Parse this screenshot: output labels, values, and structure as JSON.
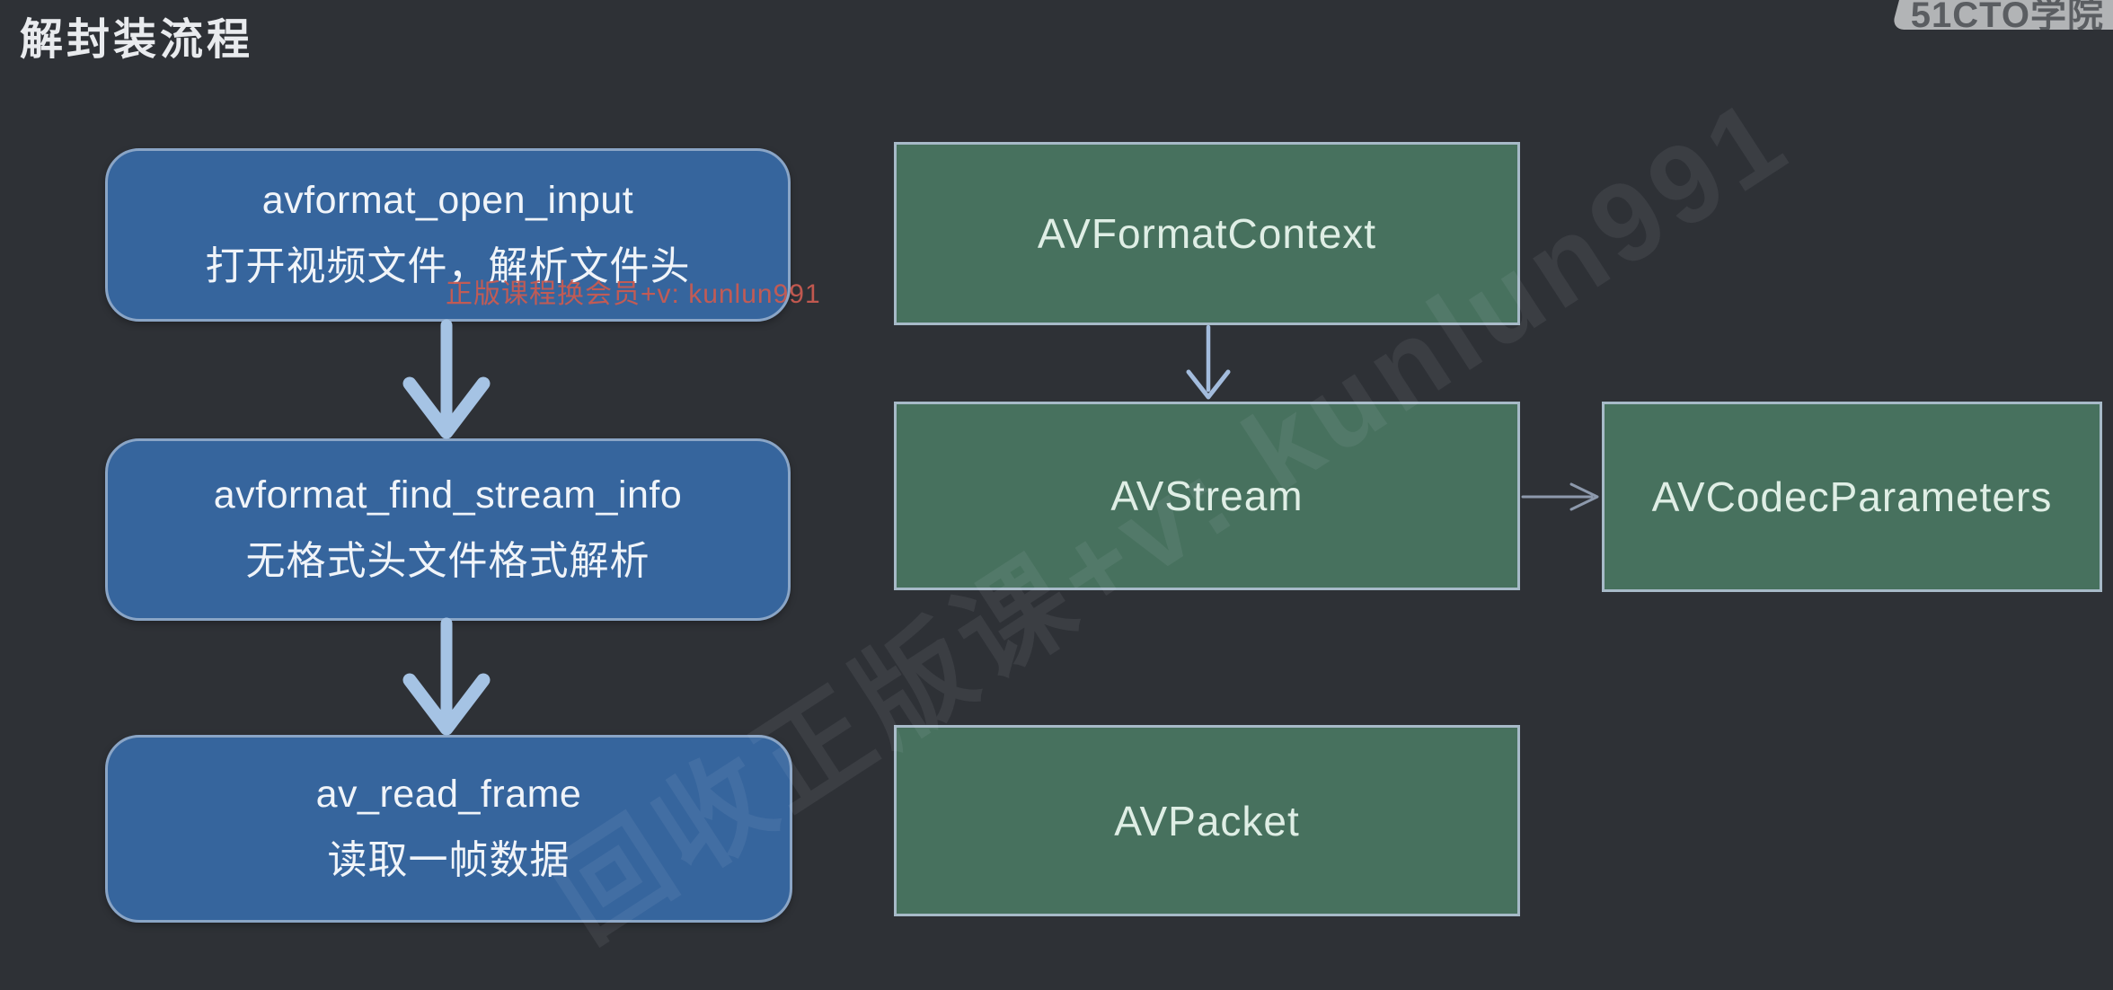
{
  "page": {
    "title": "解封装流程",
    "brand_badge": "51CTO学院",
    "background_color": "#2e3136"
  },
  "watermarks": {
    "promo_text": "正版课程换会员+v: kunlun991",
    "promo_color": "#c95b51",
    "diagonal_text": "回收正版课+v: kunlun991"
  },
  "flow": {
    "box_fill": "#36659d",
    "box_border": "#8aa5c6",
    "arrow_color": "#a5c3e4",
    "steps": [
      {
        "function": "avformat_open_input",
        "desc": "打开视频文件，解析文件头"
      },
      {
        "function": "avformat_find_stream_info",
        "desc": "无格式头文件格式解析"
      },
      {
        "function": "av_read_frame",
        "desc": "读取一帧数据"
      }
    ]
  },
  "structures": {
    "box_fill": "#47715e",
    "box_border": "#a7bac8",
    "items": [
      {
        "label": "AVFormatContext"
      },
      {
        "label": "AVStream"
      },
      {
        "label": "AVCodecParameters"
      },
      {
        "label": "AVPacket"
      }
    ]
  }
}
